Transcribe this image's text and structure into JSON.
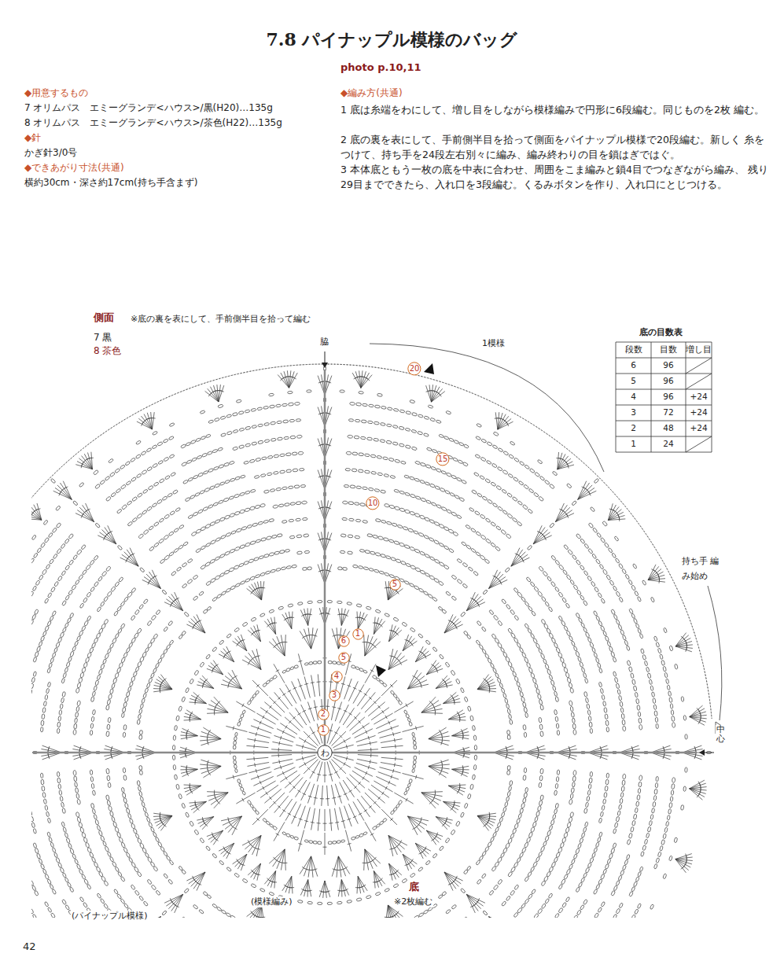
{
  "diagram": {
    "title": "7.8 パイナップル模様のバッグ",
    "nodes": [
      {
        "text": [
          "20"
        ]
      },
      {
        "text": [
          "15"
        ]
      },
      {
        "text": [
          "10"
        ]
      },
      {
        "text": [
          "5"
        ]
      },
      {
        "text": [
          "6"
        ]
      },
      {
        "text": [
          "1"
        ]
      },
      {
        "text": [
          "5"
        ]
      },
      {
        "text": [
          "4"
        ]
      },
      {
        "text": [
          "3"
        ]
      },
      {
        "text": [
          "2"
        ]
      },
      {
        "text": [
          "1"
        ]
      },
      {
        "text": [
          "わ"
        ]
      }
    ],
    "labels": [
      "photo p.10,11",
      "◆用意するもの",
      "7 オリムパス　エミーグランデ<ハウス>/黒(H20)…135g",
      "8 オリムパス　エミーグランデ<ハウス>/茶色(H22)…135g",
      "◆針",
      "かぎ針3/0号",
      "◆できあがり寸法(共通)",
      "横約30cm・深さ約17cm(持ち手含まず)",
      "◆編み方(共通)",
      "1 底は糸端をわにして、増し目をしながら模様編みで円形に6段編む。同じものを2枚 編む。",
      "2 底の裏を表にして、手前側半目を拾って側面をパイナップル模様で20段編む。新しく 糸をつけて、持ち手を24段左右別々に編み、編み終わりの目を鎖はぎではぐ。",
      "3 本体底ともう一枚の底を中表に合わせ、周囲をこま編みと鎖4目でつなぎながら編み、 残り29目までできたら、入れ口を3段編む。くるみボタンを作り、入れ口にとじつける。",
      "側面",
      "※底の裏を表にして、手前側半目を拾って編む",
      "7 黒",
      "8 茶色",
      "脇",
      "1模様",
      "底の目数表",
      "段数",
      "目数",
      "増し目",
      "6",
      "96",
      "5",
      "96",
      "4",
      "96",
      "+24",
      "3",
      "72",
      "+24",
      "2",
      "48",
      "+24",
      "1",
      "24",
      "持ち手 編み始め",
      "中心",
      "底",
      "※2枚編む",
      "(模様編み)",
      "(パイナップル模様)",
      "42"
    ]
  }
}
